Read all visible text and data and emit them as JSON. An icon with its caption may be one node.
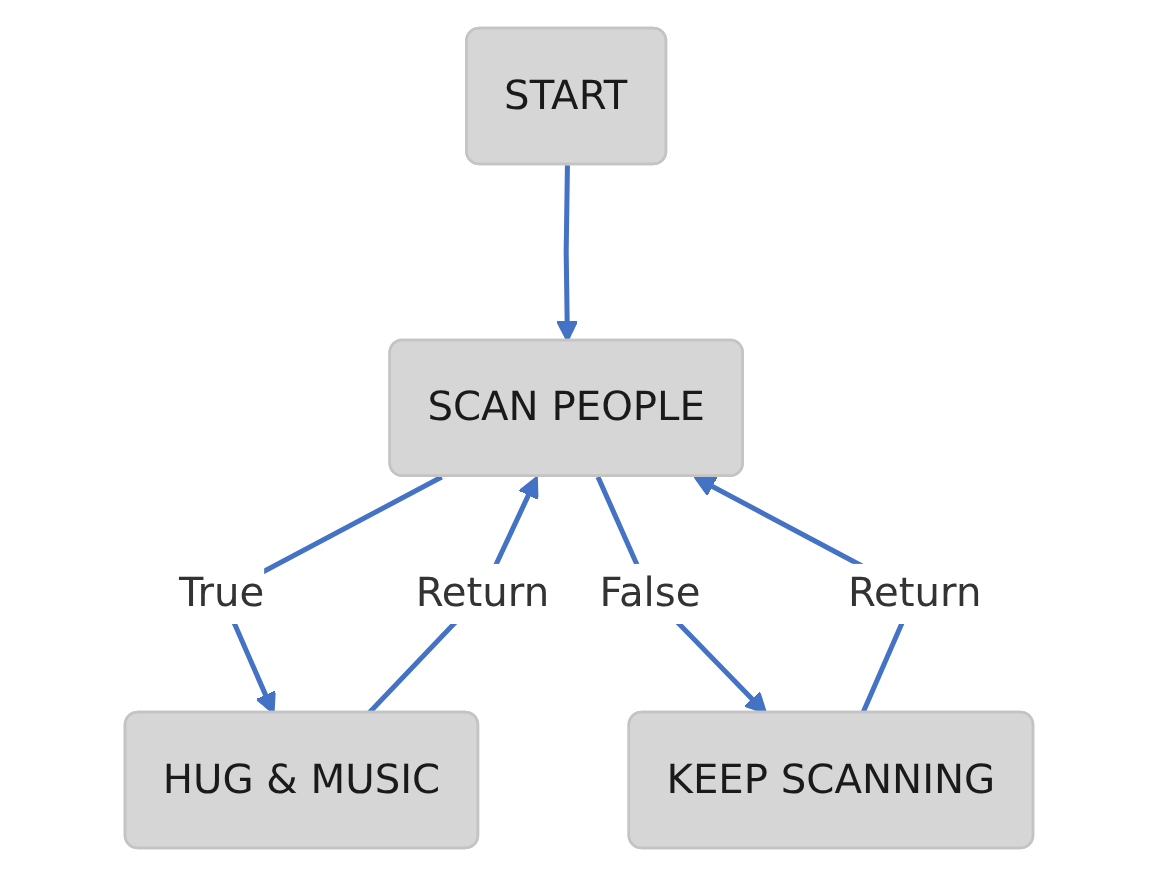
{
  "diagram": {
    "nodes": [
      {
        "text": [
          "START"
        ]
      },
      {
        "text": [
          "SCAN PEOPLE"
        ]
      },
      {
        "text": [
          "HUG & MUSIC"
        ]
      },
      {
        "text": [
          "KEEP SCANNING"
        ]
      }
    ],
    "edges": [
      {
        "from": 0,
        "to": 1,
        "arrow": "to"
      },
      {
        "from": 1,
        "to": 2,
        "arrow": "to",
        "label": "True"
      },
      {
        "from": 1,
        "to": 3,
        "arrow": "to",
        "label": "False"
      },
      {
        "from": 2,
        "to": 1,
        "arrow": "to",
        "label": "Return"
      },
      {
        "from": 3,
        "to": 1,
        "arrow": "to",
        "label": "Return"
      }
    ]
  }
}
